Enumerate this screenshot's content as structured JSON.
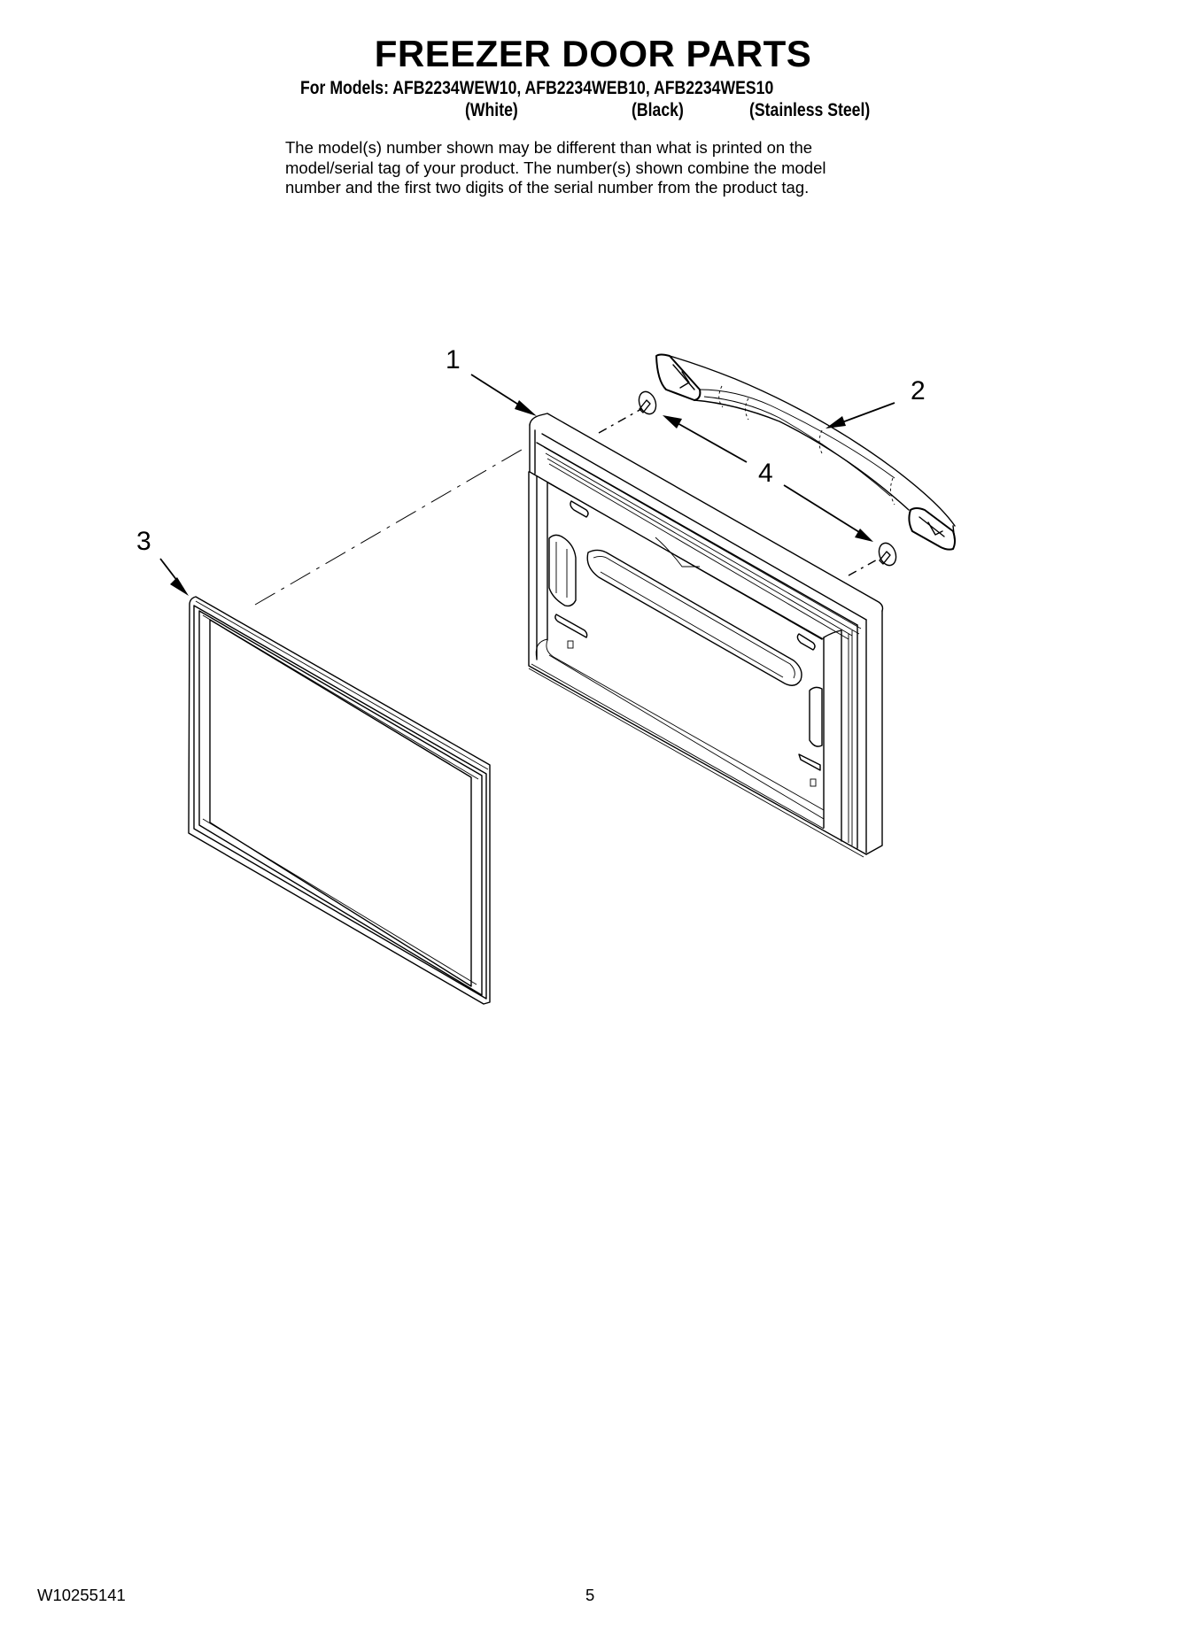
{
  "header": {
    "title": "FREEZER DOOR PARTS",
    "models_prefix": "For Models:",
    "models": [
      {
        "number": "AFB2234WEW10,",
        "color": "(White)"
      },
      {
        "number": "AFB2234WEB10,",
        "color": "(Black)"
      },
      {
        "number": "AFB2234WES10",
        "color": "(Stainless Steel)"
      }
    ],
    "disclaimer_lines": [
      "The model(s) number shown may be different than what is printed on the",
      "model/serial tag of your product. The number(s) shown combine the model",
      "number and the first two digits of the serial number from the product tag."
    ]
  },
  "diagram": {
    "callouts": [
      {
        "number": "1",
        "part": "freezer-door"
      },
      {
        "number": "2",
        "part": "door-handle"
      },
      {
        "number": "3",
        "part": "door-gasket"
      },
      {
        "number": "4",
        "part": "handle-mounting-screws"
      }
    ],
    "line_color": "#000000",
    "background": "#ffffff"
  },
  "footer": {
    "document_number": "W10255141",
    "page_number": "5"
  }
}
